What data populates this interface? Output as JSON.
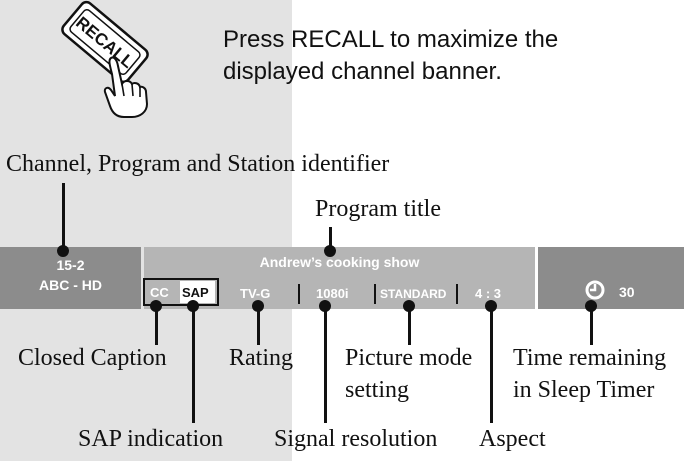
{
  "instruction": {
    "line1": "Press RECALL to maximize the",
    "line2": "displayed channel banner."
  },
  "remote": {
    "button_text": "RECALL"
  },
  "labels": {
    "channel_id": "Channel, Program and Station identifier",
    "program_title": "Program title",
    "closed_caption": "Closed Caption",
    "rating": "Rating",
    "picture_mode_1": "Picture mode",
    "picture_mode_2": "setting",
    "sleep_timer_1": "Time remaining",
    "sleep_timer_2": "in Sleep Timer",
    "sap_indication": "SAP indication",
    "signal_resolution": "Signal resolution",
    "aspect": "Aspect"
  },
  "banner": {
    "channel": "15-2",
    "station": "ABC - HD",
    "title": "Andrew’s cooking show",
    "cc": "CC",
    "sap": "SAP",
    "rating": "TV-G",
    "resolution": "1080i",
    "picture_mode": "STANDARD",
    "aspect": "4 : 3",
    "sleep_minutes": "30"
  },
  "colors": {
    "left_panel": "#e3e3e3",
    "banner_dark": "#8c8c8c",
    "banner_light": "#b5b5b5",
    "text_white": "#ffffff"
  }
}
